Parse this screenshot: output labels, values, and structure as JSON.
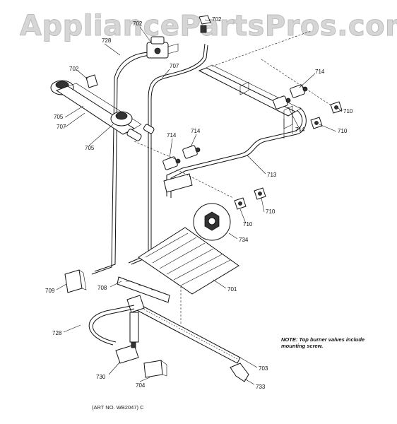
{
  "watermark": "AppliancePartsPros.com",
  "note": "NOTE: Top burner valves include mounting screw.",
  "art_number": "(ART NO. WB2047) C",
  "callouts": {
    "c702a": "702",
    "c702b": "702",
    "c702c": "702",
    "c728a": "728",
    "c707a": "707",
    "c707b": "707",
    "c705a": "705",
    "c705b": "705",
    "c714a": "714",
    "c714b": "714",
    "c714c": "714",
    "c714d": "714",
    "c710a": "710",
    "c710b": "710",
    "c710c": "710",
    "c710d": "710",
    "c713": "713",
    "c734": "734",
    "c701": "701",
    "c708": "708",
    "c709": "709",
    "c728b": "728",
    "c730": "730",
    "c704": "704",
    "c703": "703",
    "c733": "733"
  }
}
